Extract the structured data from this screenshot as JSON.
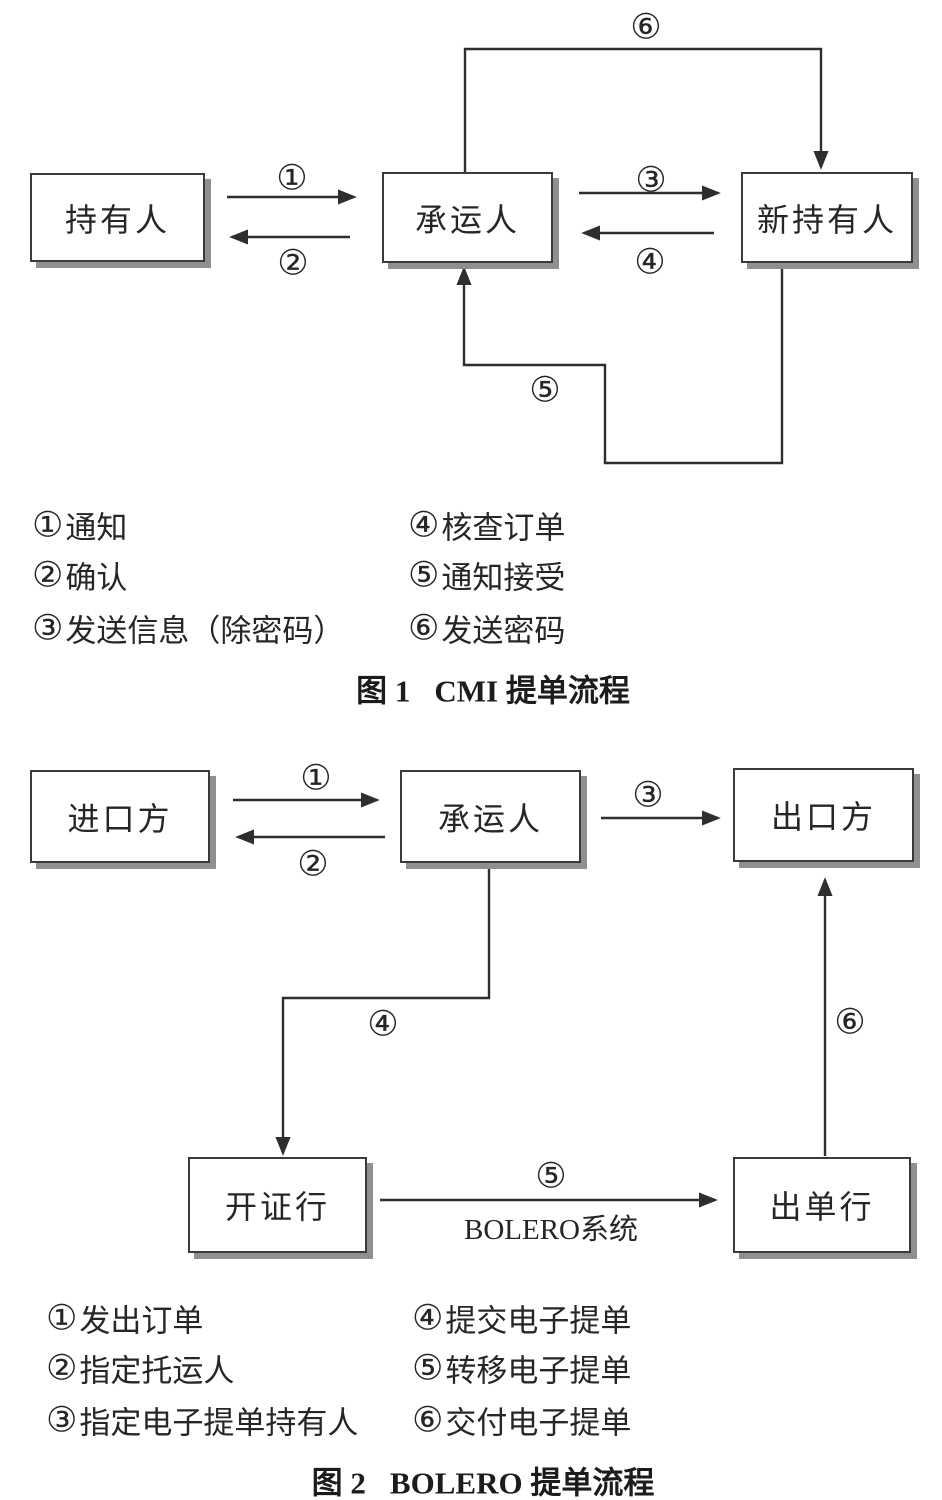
{
  "figure1": {
    "boxes": {
      "holder": "持有人",
      "carrier": "承运人",
      "new_holder": "新持有人"
    },
    "arrows": {
      "a1": "①",
      "a2": "②",
      "a3": "③",
      "a4": "④",
      "a5": "⑤",
      "a6": "⑥"
    },
    "legend": [
      {
        "num": "①",
        "text": "通知"
      },
      {
        "num": "②",
        "text": "确认"
      },
      {
        "num": "③",
        "text": "发送信息（除密码）"
      },
      {
        "num": "④",
        "text": "核查订单"
      },
      {
        "num": "⑤",
        "text": "通知接受"
      },
      {
        "num": "⑥",
        "text": "发送密码"
      }
    ],
    "caption": {
      "figure_no": "图 1",
      "title": "CMI 提单流程"
    }
  },
  "figure2": {
    "boxes": {
      "importer": "进口方",
      "carrier": "承运人",
      "exporter": "出口方",
      "issuing_bank": "开证行",
      "billing_bank": "出单行"
    },
    "arrows": {
      "a1": "①",
      "a2": "②",
      "a3": "③",
      "a4": "④",
      "a5": "⑤",
      "a6": "⑥"
    },
    "system_label": "BOLERO系统",
    "legend": [
      {
        "num": "①",
        "text": "发出订单"
      },
      {
        "num": "②",
        "text": "指定托运人"
      },
      {
        "num": "③",
        "text": "指定电子提单持有人"
      },
      {
        "num": "④",
        "text": "提交电子提单"
      },
      {
        "num": "⑤",
        "text": "转移电子提单"
      },
      {
        "num": "⑥",
        "text": "交付电子提单"
      }
    ],
    "caption": {
      "figure_no": "图 2",
      "title": "BOLERO 提单流程"
    }
  },
  "colors": {
    "line": "#2e2e2e",
    "box_border": "#3a3a3a",
    "box_shadow": "#8f8f8f",
    "text": "#262626",
    "background": "#ffffff"
  }
}
